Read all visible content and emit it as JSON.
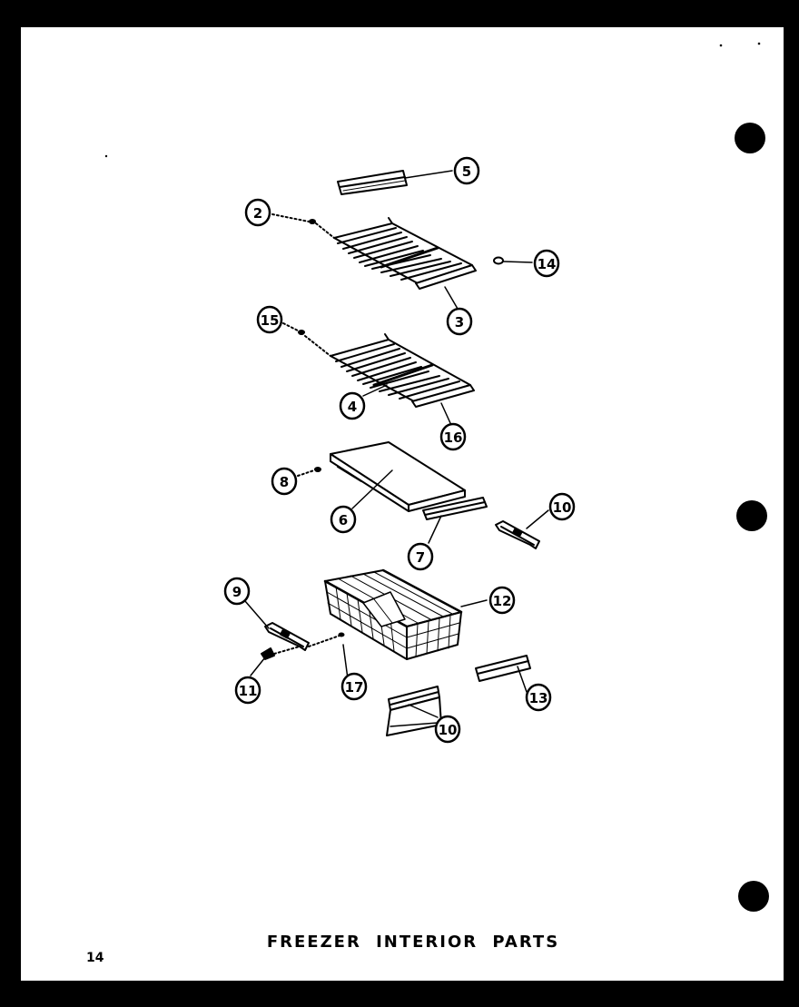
{
  "title": "FREEZER INTERIOR PARTS",
  "page_number": "14",
  "colors": {
    "ink": "#000000",
    "paper": "#ffffff",
    "frame": "#000000"
  },
  "callouts": [
    {
      "id": "c5",
      "label": "5"
    },
    {
      "id": "c2",
      "label": "2"
    },
    {
      "id": "c14",
      "label": "14"
    },
    {
      "id": "c3",
      "label": "3"
    },
    {
      "id": "c15",
      "label": "15"
    },
    {
      "id": "c4",
      "label": "4"
    },
    {
      "id": "c16",
      "label": "16"
    },
    {
      "id": "c8",
      "label": "8"
    },
    {
      "id": "c6",
      "label": "6"
    },
    {
      "id": "c10a",
      "label": "10"
    },
    {
      "id": "c7",
      "label": "7"
    },
    {
      "id": "c9",
      "label": "9"
    },
    {
      "id": "c12",
      "label": "12"
    },
    {
      "id": "c11",
      "label": "11"
    },
    {
      "id": "c17",
      "label": "17"
    },
    {
      "id": "c13",
      "label": "13"
    },
    {
      "id": "c10b",
      "label": "10"
    }
  ]
}
